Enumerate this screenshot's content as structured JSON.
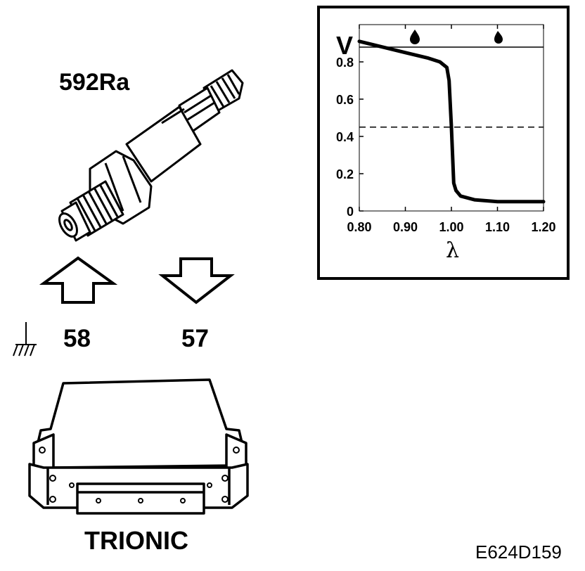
{
  "labels": {
    "sensor_id": "592Ra",
    "pin_ground_side": "58",
    "pin_signal": "57",
    "ecu_name": "TRIONIC",
    "figure_code": "E624D159"
  },
  "icons": {
    "ground": "ground-symbol-icon",
    "fuel_drop": "fuel-drop-icon",
    "arrow_up": "arrow-up-icon",
    "arrow_down": "arrow-down-icon"
  },
  "chart_data": {
    "type": "line",
    "title": "",
    "xlabel": "λ",
    "ylabel": "V",
    "xlim": [
      0.8,
      1.2
    ],
    "ylim": [
      0,
      1.0
    ],
    "x_ticks": [
      "0.80",
      "0.90",
      "1.00",
      "1.10",
      "1.20"
    ],
    "y_ticks": [
      "0",
      "0.2",
      "0.4",
      "0.6",
      "0.8"
    ],
    "top_band_icons": [
      "fuel-drop-icon",
      "fuel-drop-icon"
    ],
    "reference_line": {
      "y": 0.45,
      "style": "dashed"
    },
    "series": [
      {
        "x": [
          0.8,
          0.85,
          0.9,
          0.95,
          0.975,
          0.99,
          0.995,
          1.0,
          1.005,
          1.01,
          1.02,
          1.05,
          1.1,
          1.15,
          1.2
        ],
        "y": [
          0.91,
          0.88,
          0.85,
          0.82,
          0.8,
          0.77,
          0.7,
          0.45,
          0.15,
          0.11,
          0.08,
          0.06,
          0.05,
          0.05,
          0.05
        ]
      }
    ]
  }
}
